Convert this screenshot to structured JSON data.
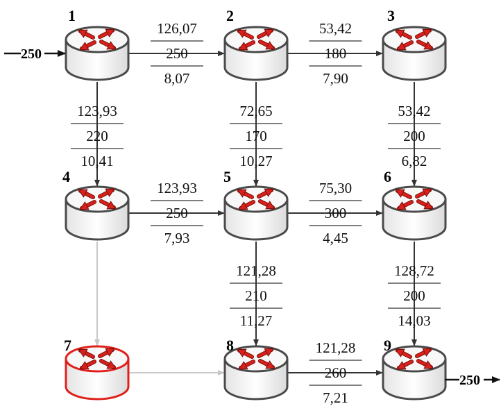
{
  "colors": {
    "edge_active": "#333333",
    "edge_inactive": "#c8c8c8",
    "router_outline": "#4a4a4a",
    "router_failed_outline": "#e0201b",
    "arrow_fill": "#d9201a"
  },
  "io": {
    "input": "250",
    "output": "250"
  },
  "routers": [
    {
      "id": "1",
      "status": "normal",
      "icon": "router-icon"
    },
    {
      "id": "2",
      "status": "normal",
      "icon": "router-icon"
    },
    {
      "id": "3",
      "status": "normal",
      "icon": "router-icon"
    },
    {
      "id": "4",
      "status": "normal",
      "icon": "router-icon"
    },
    {
      "id": "5",
      "status": "normal",
      "icon": "router-icon"
    },
    {
      "id": "6",
      "status": "normal",
      "icon": "router-icon"
    },
    {
      "id": "7",
      "status": "failed",
      "icon": "router-icon"
    },
    {
      "id": "8",
      "status": "normal",
      "icon": "router-icon"
    },
    {
      "id": "9",
      "status": "normal",
      "icon": "router-icon"
    }
  ],
  "links": [
    {
      "from": "1",
      "to": "2",
      "top": "126,07",
      "mid": "250",
      "bottom": "8,07"
    },
    {
      "from": "2",
      "to": "3",
      "top": "53,42",
      "mid": "180",
      "bottom": "7,90"
    },
    {
      "from": "1",
      "to": "4",
      "top": "123,93",
      "mid": "220",
      "bottom": "10,41"
    },
    {
      "from": "2",
      "to": "5",
      "top": "72,65",
      "mid": "170",
      "bottom": "10,27"
    },
    {
      "from": "3",
      "to": "6",
      "top": "53,42",
      "mid": "200",
      "bottom": "6,82"
    },
    {
      "from": "4",
      "to": "5",
      "top": "123,93",
      "mid": "250",
      "bottom": "7,93"
    },
    {
      "from": "5",
      "to": "6",
      "top": "75,30",
      "mid": "300",
      "bottom": "4,45"
    },
    {
      "from": "5",
      "to": "8",
      "top": "121,28",
      "mid": "210",
      "bottom": "11,27"
    },
    {
      "from": "6",
      "to": "9",
      "top": "128,72",
      "mid": "200",
      "bottom": "14,03"
    },
    {
      "from": "8",
      "to": "9",
      "top": "121,28",
      "mid": "260",
      "bottom": "7,21"
    },
    {
      "from": "4",
      "to": "7",
      "top": "",
      "mid": "",
      "bottom": "",
      "inactive": true
    },
    {
      "from": "7",
      "to": "8",
      "top": "",
      "mid": "",
      "bottom": "",
      "inactive": true
    }
  ]
}
